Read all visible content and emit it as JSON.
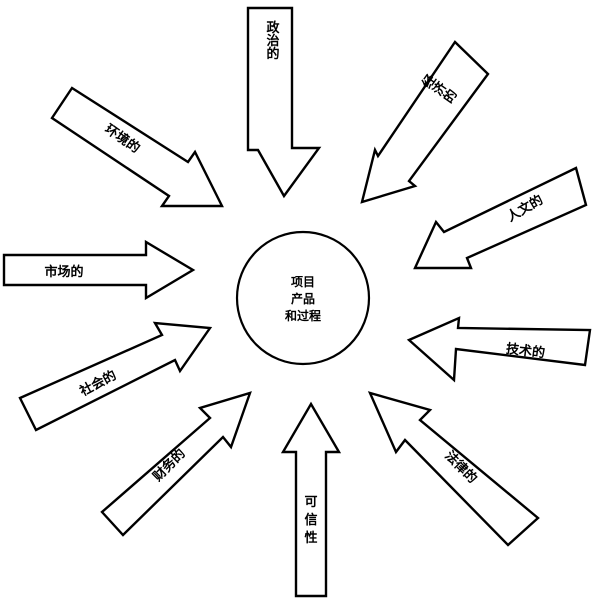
{
  "center": {
    "line1": "项目",
    "line2": "产品",
    "line3": "和过程"
  },
  "factors": {
    "political": "政治的",
    "economic": "经济的",
    "environmental": "环境的",
    "humanistic": "人文的",
    "market": "市场的",
    "technical": "技术的",
    "social": "社会的",
    "legal": "法律的",
    "financial": "财务的",
    "credibility_1": "可",
    "credibility_2": "信",
    "credibility_3": "性"
  }
}
